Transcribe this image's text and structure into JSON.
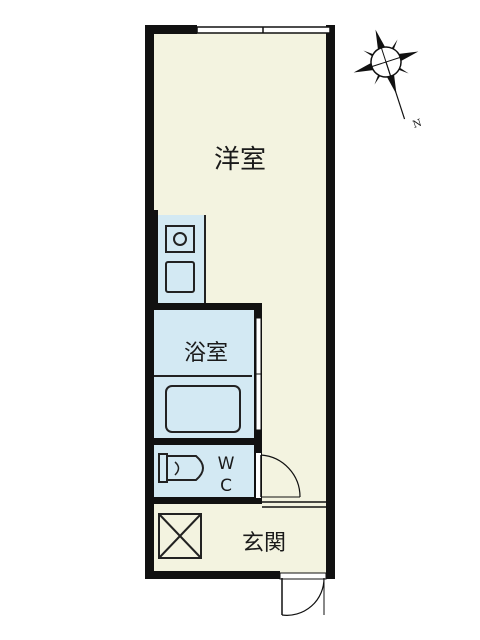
{
  "rooms": {
    "western_room": "洋室",
    "bathroom": "浴室",
    "wc_line1": "W",
    "wc_line2": "C",
    "entrance": "玄関"
  },
  "compass": {
    "north_label": "N"
  },
  "colors": {
    "room_fill": "#f3f3e0",
    "wet_area_fill": "#d3e9f3",
    "wall": "#111111",
    "fixture_stroke": "#222222"
  }
}
